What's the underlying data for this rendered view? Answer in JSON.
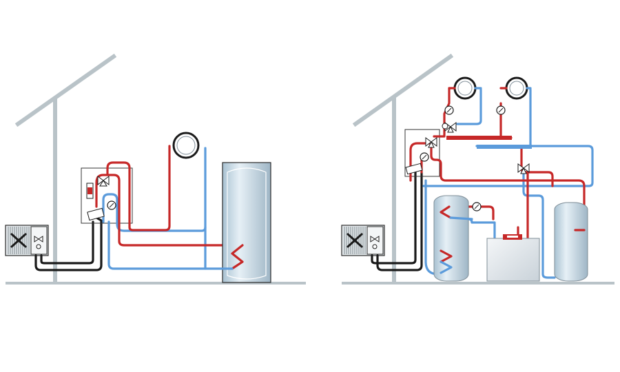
{
  "colors": {
    "structure": "#b9c3c8",
    "hot_pipe": "#c62828",
    "cold_pipe": "#5b9bdb",
    "black_pipe": "#1a1a1a",
    "tank_fill": "#cfe0ea",
    "tank_stroke": "#7e8c96"
  },
  "diagrams": [
    {
      "id": "left",
      "components": [
        "house",
        "outdoor-heat-pump-unit",
        "hydraulic-module",
        "radiator",
        "hot-water-storage-tank"
      ]
    },
    {
      "id": "right",
      "components": [
        "house",
        "outdoor-heat-pump-unit",
        "hydraulic-module",
        "radiator-1",
        "radiator-2",
        "manifold",
        "hot-water-storage-tank",
        "boiler",
        "buffer-tank"
      ]
    }
  ]
}
